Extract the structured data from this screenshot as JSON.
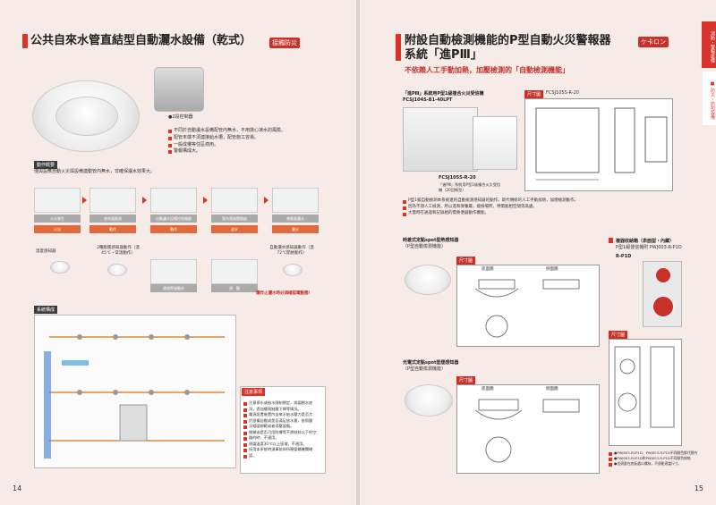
{
  "left": {
    "title": "公共自來水管直結型自動灑水設備（乾式）",
    "title_tag": "接觸防災",
    "product_label": "●2段控制器",
    "bullets": [
      "不同於自動灑水設備配管內無水，不用擔心凍水的風險。",
      "配管末端不須連接給水槽，配管施工容易。",
      "一般成樓等住區適用。",
      "警報構成大。"
    ],
    "action_section": "動作概要",
    "action_desc": "僅與設應自動火災與設備連動管內無水，非確保灑水效果大。",
    "steps": [
      {
        "tag": "火災發生",
        "bottom": "火災"
      },
      {
        "tag": "感知器檢測",
        "bottom": "動作"
      },
      {
        "tag": "自動灑水設備控制開啟",
        "bottom": "動作"
      },
      {
        "tag": "管內電磁閥開啟",
        "bottom": "放水"
      },
      {
        "tag": "感應器灑水",
        "bottom": "灑水"
      }
    ],
    "device_labels": [
      "溫度感知器",
      "2種膨脹感知器動作（溫45℃・常溫動作）",
      "自動灑水感知器動作（溫72℃開始動作）"
    ],
    "lower_steps": [
      "通報警報動作",
      "避　難"
    ],
    "note_red": "爆炸止灑水時必須確認電動閥！",
    "system_section": "系統構成",
    "warn_title": "注意事項",
    "warnings": [
      "注意停水或給水限制期定，與圍閉水底",
      "況，過加權限制壓下降等情況。",
      "電源設置裝置內自來水給水壓力是否大",
      "於設備自壓或是否滿足放水量，依照壓",
      "況組圍規範或者導壓設備。",
      "閉鎖或是否可用防爆等不燃材料以下的空",
      "間的時，不適用。",
      "周圍溫度30℃以上區域，不適用。",
      "採用本系統時須事前與所屬管轄機關確",
      "認。"
    ],
    "page_number": "14"
  },
  "right": {
    "title_line1": "附設自動檢測機能的P型自動火災警報器",
    "title_line2": "系統「進PⅢ」",
    "title_tag": "ケ卡ロン",
    "subtitle": "不依賴人工手動加熱，加壓檢測的「自動檢測機能」",
    "panel_section": "「進PⅢ」系統用P型1級複合火災受信機",
    "panel_model": "FCSJ104S-B1-40LPT",
    "dim_label": "尺寸圖",
    "dim_model": "FCSJ105S-R-20",
    "panel_model2": "FCSJ105S-R-20",
    "panel_caption": "「進PⅢ」系統用P型1級複合火災受信機（20回線型）",
    "panel_bullets": [
      "P型1級自動檢測本系統連的自動檢測感知器的動作，取代傳統的人工手動加熱，加煙檢測動作。",
      "因為不須人工檢測，所以進和保養最，能檢場所，特需能相空間等高處。",
      "大量時在通過和記錄相的需要便器動作機能。"
    ],
    "heat_section": "時差式定點spot型熱感知器",
    "heat_sub": "（P型自動檢測機能）",
    "smoke_section": "光電式定點spot型煙感知器",
    "smoke_sub": "（P型自動檢測機能）",
    "combo_section": "複器收納箱（表面型・內藏）",
    "combo_sub": "P型1級發信機附 PWJ003-R-P1D",
    "combo_model": "R-P1D",
    "view_front": "底面圖",
    "view_side": "側面圖",
    "notes": [
      "●PWJ003-R1P1D、PWJ003-R-P1D不同顏色都代替內",
      "●PWJ003-R1P1D和PWJ003-R-P1D不同顏色規格",
      "●也須要在底板處以螺絲，不須能適當尺寸。"
    ],
    "side_tab1": "消防・警報設備",
    "side_tab2": "■ 防災・防犯設備",
    "page_number": "15"
  },
  "colors": {
    "accent": "#d9342b",
    "page_bg": "#f3e4df"
  }
}
